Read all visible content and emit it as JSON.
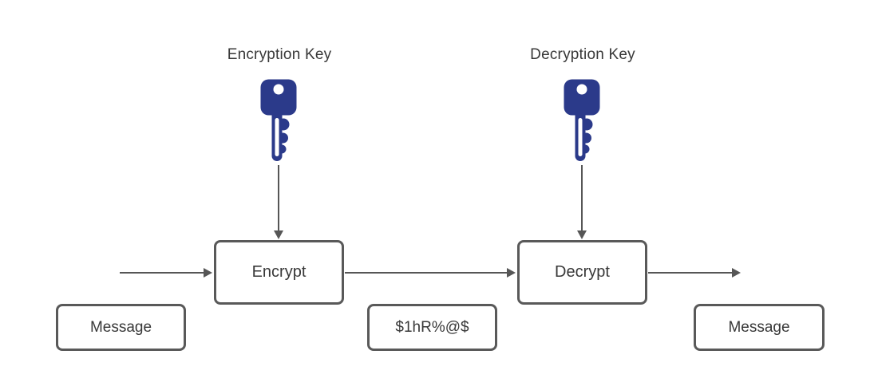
{
  "diagram": {
    "type": "encryption-flow",
    "labels": {
      "encryption_key": "Encryption Key",
      "decryption_key": "Decryption Key"
    },
    "nodes": {
      "encrypt": "Encrypt",
      "decrypt": "Decrypt",
      "message_left": "Message",
      "ciphertext": "$1hR%@$",
      "message_right": "Message"
    },
    "icons": [
      {
        "name": "key-icon",
        "for": "encryption_key"
      },
      {
        "name": "key-icon",
        "for": "decryption_key"
      }
    ],
    "edges": [
      {
        "from": "message_left",
        "to": "encrypt",
        "direction": "right"
      },
      {
        "from": "encrypt",
        "to": "decrypt",
        "direction": "right"
      },
      {
        "from": "decrypt",
        "to": "message_right",
        "direction": "right"
      },
      {
        "from": "encryption_key",
        "to": "encrypt",
        "direction": "down"
      },
      {
        "from": "decryption_key",
        "to": "decrypt",
        "direction": "down"
      }
    ],
    "colors": {
      "background": "#ffffff",
      "key_fill": "#2b3a8a",
      "stroke": "#595959",
      "arrow": "#565656",
      "text": "#383838"
    }
  }
}
